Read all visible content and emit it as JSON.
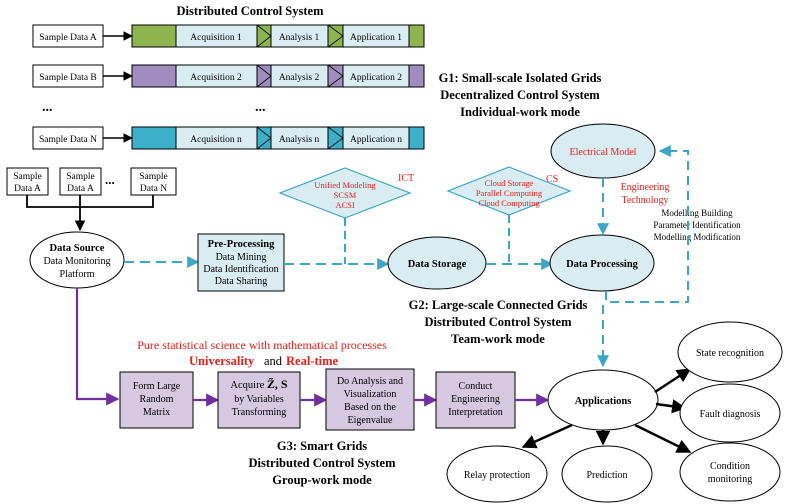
{
  "pipeline": {
    "title": "Distributed Control System",
    "rows": [
      {
        "source": "Sample Data A",
        "stages": [
          "Acquisition 1",
          "Analysis 1",
          "Application 1"
        ],
        "color": "#8db44e"
      },
      {
        "source": "Sample Data B",
        "stages": [
          "Acquisition 2",
          "Analysis 2",
          "Application 2"
        ],
        "color": "#a08cbe"
      },
      {
        "source": "Sample Data N",
        "stages": [
          "Acquisition n",
          "Analysis n",
          "Application n"
        ],
        "color": "#3cb0c8"
      }
    ],
    "ellipsis": "..."
  },
  "stage_fill": "#d9ecf2",
  "g1": {
    "line1": "G1: Small-scale Isolated Grids",
    "line2": "Decentralized Control System",
    "line3": "Individual-work mode"
  },
  "g2": {
    "line1": "G2: Large-scale Connected Grids",
    "line2": "Distributed Control System",
    "line3": "Team-work mode"
  },
  "g3": {
    "line1": "G3: Smart Grids",
    "line2": "Distributed Control System",
    "line3": "Group-work mode"
  },
  "samples": {
    "a1": [
      "Sample",
      "Data A"
    ],
    "a2": [
      "Sample",
      "Data A"
    ],
    "n": [
      "Sample",
      "Data N"
    ],
    "ellipsis": "..."
  },
  "data_source": {
    "title": "Data Source",
    "line1": "Data Monitoring",
    "line2": "Platform"
  },
  "preprocessing": {
    "title": "Pre-Processing",
    "items": [
      "Data Mining",
      "Data Identification",
      "Data Sharing"
    ]
  },
  "ict": {
    "label": "ICT",
    "items": [
      "Unified Modeling",
      "SCSM",
      "ACSI"
    ]
  },
  "cs": {
    "label": "CS",
    "items": [
      "Cloud Storage",
      "Parallel Computing",
      "Cloud Computing"
    ]
  },
  "data_storage": "Data Storage",
  "data_processing": "Data Processing",
  "electrical_model": "Electrical Model",
  "engineering": {
    "line1": "Engineering",
    "line2": "Technology",
    "items": [
      "Modelling Building",
      "Parameter Identification",
      "Modelling Modification"
    ]
  },
  "statistics": {
    "line1": "Pure statistical science with mathematical processes",
    "bold1": "Universality",
    "conj": " and ",
    "bold2": "Real-time"
  },
  "steps": {
    "s1": [
      "Form Large",
      "Random",
      "Matrix"
    ],
    "s2_prefix": "Acquire ",
    "s2_symbol": "Z̃, S",
    "s2_rest": [
      "by Variables",
      "Transforming"
    ],
    "s3": [
      "Do Analysis and",
      "Visualization",
      "Based on the",
      "Eigenvalue"
    ],
    "s4": [
      "Conduct",
      "Engineering",
      "Interpretation"
    ]
  },
  "applications": "Applications",
  "outcomes": {
    "state": "State recognition",
    "fault": "Fault diagnosis",
    "relay": "Relay protection",
    "prediction": "Prediction",
    "condition": [
      "Condition",
      "monitoring"
    ]
  },
  "colors": {
    "blue_node": "#d9ecf2",
    "purple_node": "#d7c8e2",
    "purple_arrow": "#7030a0",
    "blue_dash": "#3ca5c8",
    "red_text": "#e8201a"
  }
}
